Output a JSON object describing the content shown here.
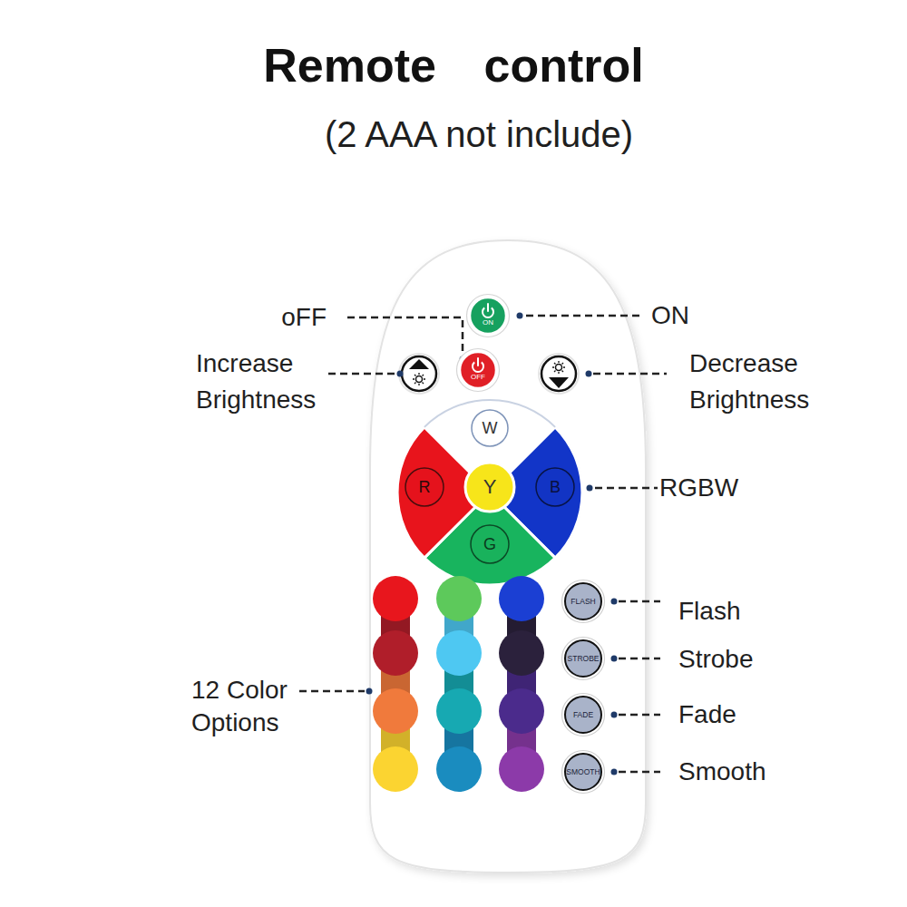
{
  "diagram": {
    "title": "Remote control",
    "nodes": [
      {
        "text": [
          "ON"
        ]
      },
      {
        "text": [
          "OFF"
        ]
      },
      {
        "text": [
          "W"
        ]
      },
      {
        "text": [
          "R"
        ]
      },
      {
        "text": [
          "Y"
        ]
      },
      {
        "text": [
          "B"
        ]
      },
      {
        "text": [
          "G"
        ]
      },
      {
        "text": [
          "FLASH"
        ]
      },
      {
        "text": [
          "STROBE"
        ]
      },
      {
        "text": [
          "FADE"
        ]
      },
      {
        "text": [
          "SMOOTH"
        ]
      }
    ],
    "labels": [
      "(2 AAA not include)",
      "oFF",
      "ON",
      "Increase Brightness",
      "Decrease Brightness",
      "RGBW",
      "Flash",
      "Strobe",
      "Fade",
      "Smooth",
      "12 Color Options"
    ]
  }
}
